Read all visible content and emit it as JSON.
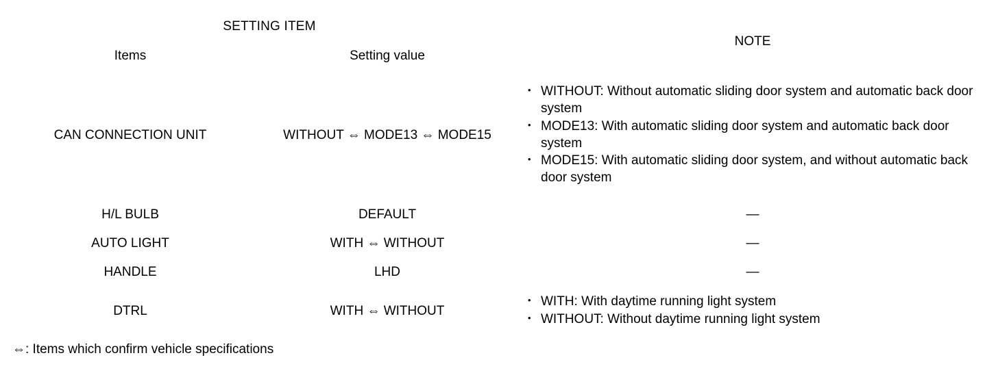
{
  "table": {
    "header": {
      "group_label": "SETTING ITEM",
      "col_items": "Items",
      "col_setting_value": "Setting value",
      "col_note": "NOTE"
    },
    "rows": [
      {
        "item": "CAN CONNECTION UNIT",
        "setting_value": "WITHOUT ⇔ MODE13 ⇔ MODE15",
        "note_type": "list",
        "note_dash": "",
        "note_items": [
          "WITHOUT: Without automatic sliding door system and automatic back door system",
          "MODE13: With automatic sliding door system and automatic back door system",
          "MODE15: With automatic sliding door system, and without automatic back door system"
        ]
      },
      {
        "item": "H/L BULB",
        "setting_value": "DEFAULT",
        "note_type": "dash",
        "note_dash": "—",
        "note_items": []
      },
      {
        "item": "AUTO LIGHT",
        "setting_value": "WITH ⇔ WITHOUT",
        "note_type": "dash",
        "note_dash": "—",
        "note_items": []
      },
      {
        "item": "HANDLE",
        "setting_value": "LHD",
        "note_type": "dash",
        "note_dash": "—",
        "note_items": []
      },
      {
        "item": "DTRL",
        "setting_value": "WITH ⇔ WITHOUT",
        "note_type": "list",
        "note_dash": "",
        "note_items": [
          "WITH: With daytime running light system",
          "WITHOUT: Without daytime running light system"
        ]
      }
    ]
  },
  "footnote": "⇔: Items which confirm vehicle specifications",
  "colors": {
    "rule": "#000000",
    "text": "#000000",
    "background": "#ffffff"
  }
}
